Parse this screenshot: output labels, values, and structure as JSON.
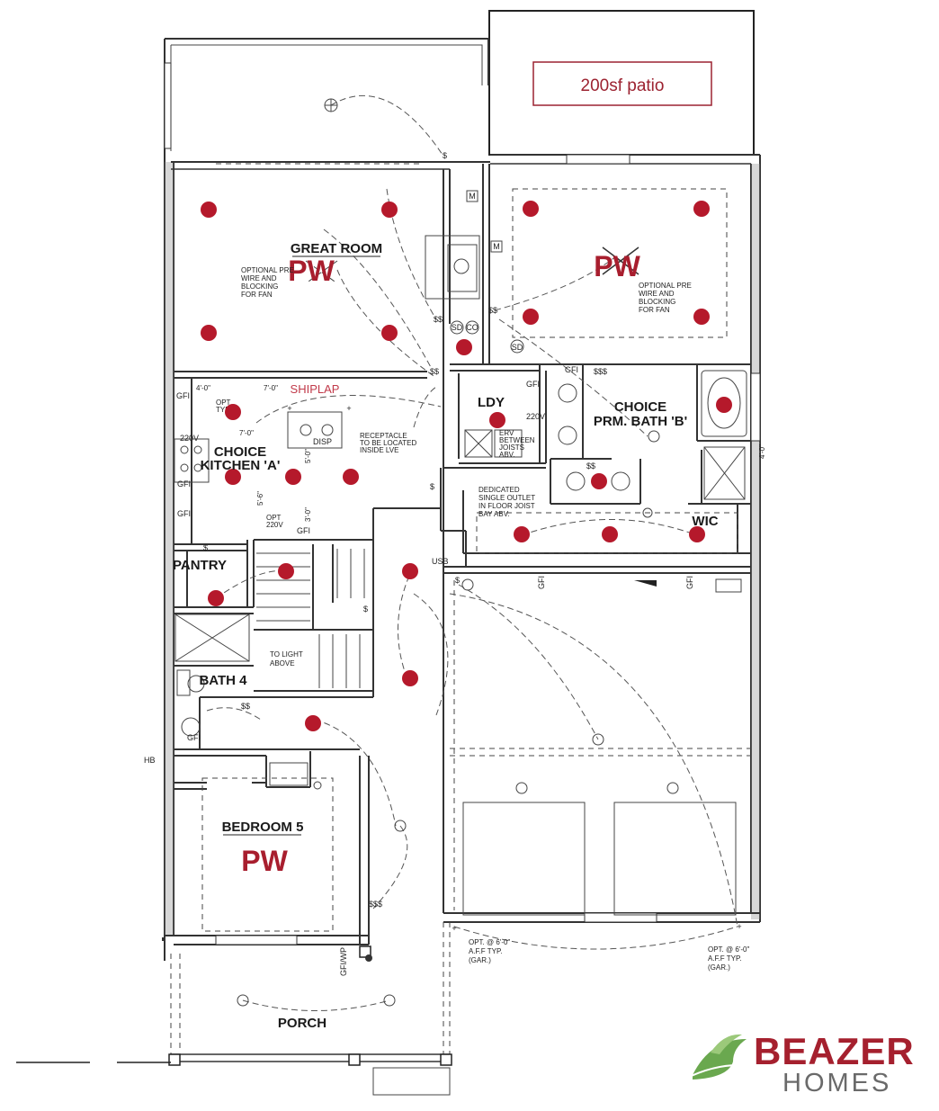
{
  "patio": {
    "label": "200sf patio"
  },
  "rooms": {
    "great_room": "GREAT ROOM",
    "shiplap": "SHIPLAP",
    "kitchen_1": "CHOICE",
    "kitchen_2": "KITCHEN 'A'",
    "ldy": "LDY",
    "bath_b_1": "CHOICE",
    "bath_b_2": "PRM. BATH 'B'",
    "wic": "WIC",
    "pantry": "PANTRY",
    "bath4": "BATH 4",
    "bedroom5": "BEDROOM 5",
    "porch": "PORCH"
  },
  "pw_marks": [
    "PW",
    "PW",
    "PW"
  ],
  "notes": {
    "fan_left": [
      "OPTIONAL PRE",
      "WIRE AND",
      "BLOCKING",
      "FOR FAN"
    ],
    "fan_right": [
      "OPTIONAL PRE",
      "WIRE AND",
      "BLOCKING",
      "FOR FAN"
    ],
    "receptacle": [
      "RECEPTACLE",
      "TO BE LOCATED",
      "INSIDE LVE"
    ],
    "erv": [
      "ERV",
      "BETWEEN",
      "JOISTS",
      "ABV."
    ],
    "dedicated": [
      "DEDICATED",
      "SINGLE OUTLET",
      "IN FLOOR JOIST",
      "BAY ABV."
    ],
    "light_above": [
      "TO LIGHT",
      "ABOVE"
    ],
    "opt_gar_left": [
      "OPT. @ 6'-0\"",
      "A.F.F TYP.",
      "(GAR.)"
    ],
    "opt_gar_right": [
      "OPT. @ 6'-0\"",
      "A.F.F TYP.",
      "(GAR.)"
    ],
    "dim_4_0": "4'-0\"",
    "dim_7_0_a": "7'-0\"",
    "dim_7_0_b": "7'-0\"",
    "opt_typ": [
      "OPT",
      "TYP."
    ],
    "opt_220": [
      "OPT",
      "220V"
    ],
    "v220_a": "220V",
    "v220_b": "220V",
    "disp": "DISP",
    "usb": "USB",
    "hb": "HB",
    "gfi_wp": "GFI/WP",
    "gfi": "GFI",
    "sd": "SD",
    "co": "CO",
    "m": "M",
    "sss": "$$$",
    "ss": "$$",
    "s": "$",
    "dim_5_0": "5'-0\"",
    "dim_5_6": "5'-6\"",
    "dim_3_0": "3'-0\"",
    "dim_4_side": "4'-0\""
  },
  "brand": {
    "name_top": "BEAZER",
    "name_bottom": "HOMES",
    "leaf_color": "#6aa84f",
    "text_color": "#a5202e"
  },
  "colors": {
    "accent_red": "#a81e2e",
    "dot_red": "#b5192b",
    "wall": "#333333"
  }
}
